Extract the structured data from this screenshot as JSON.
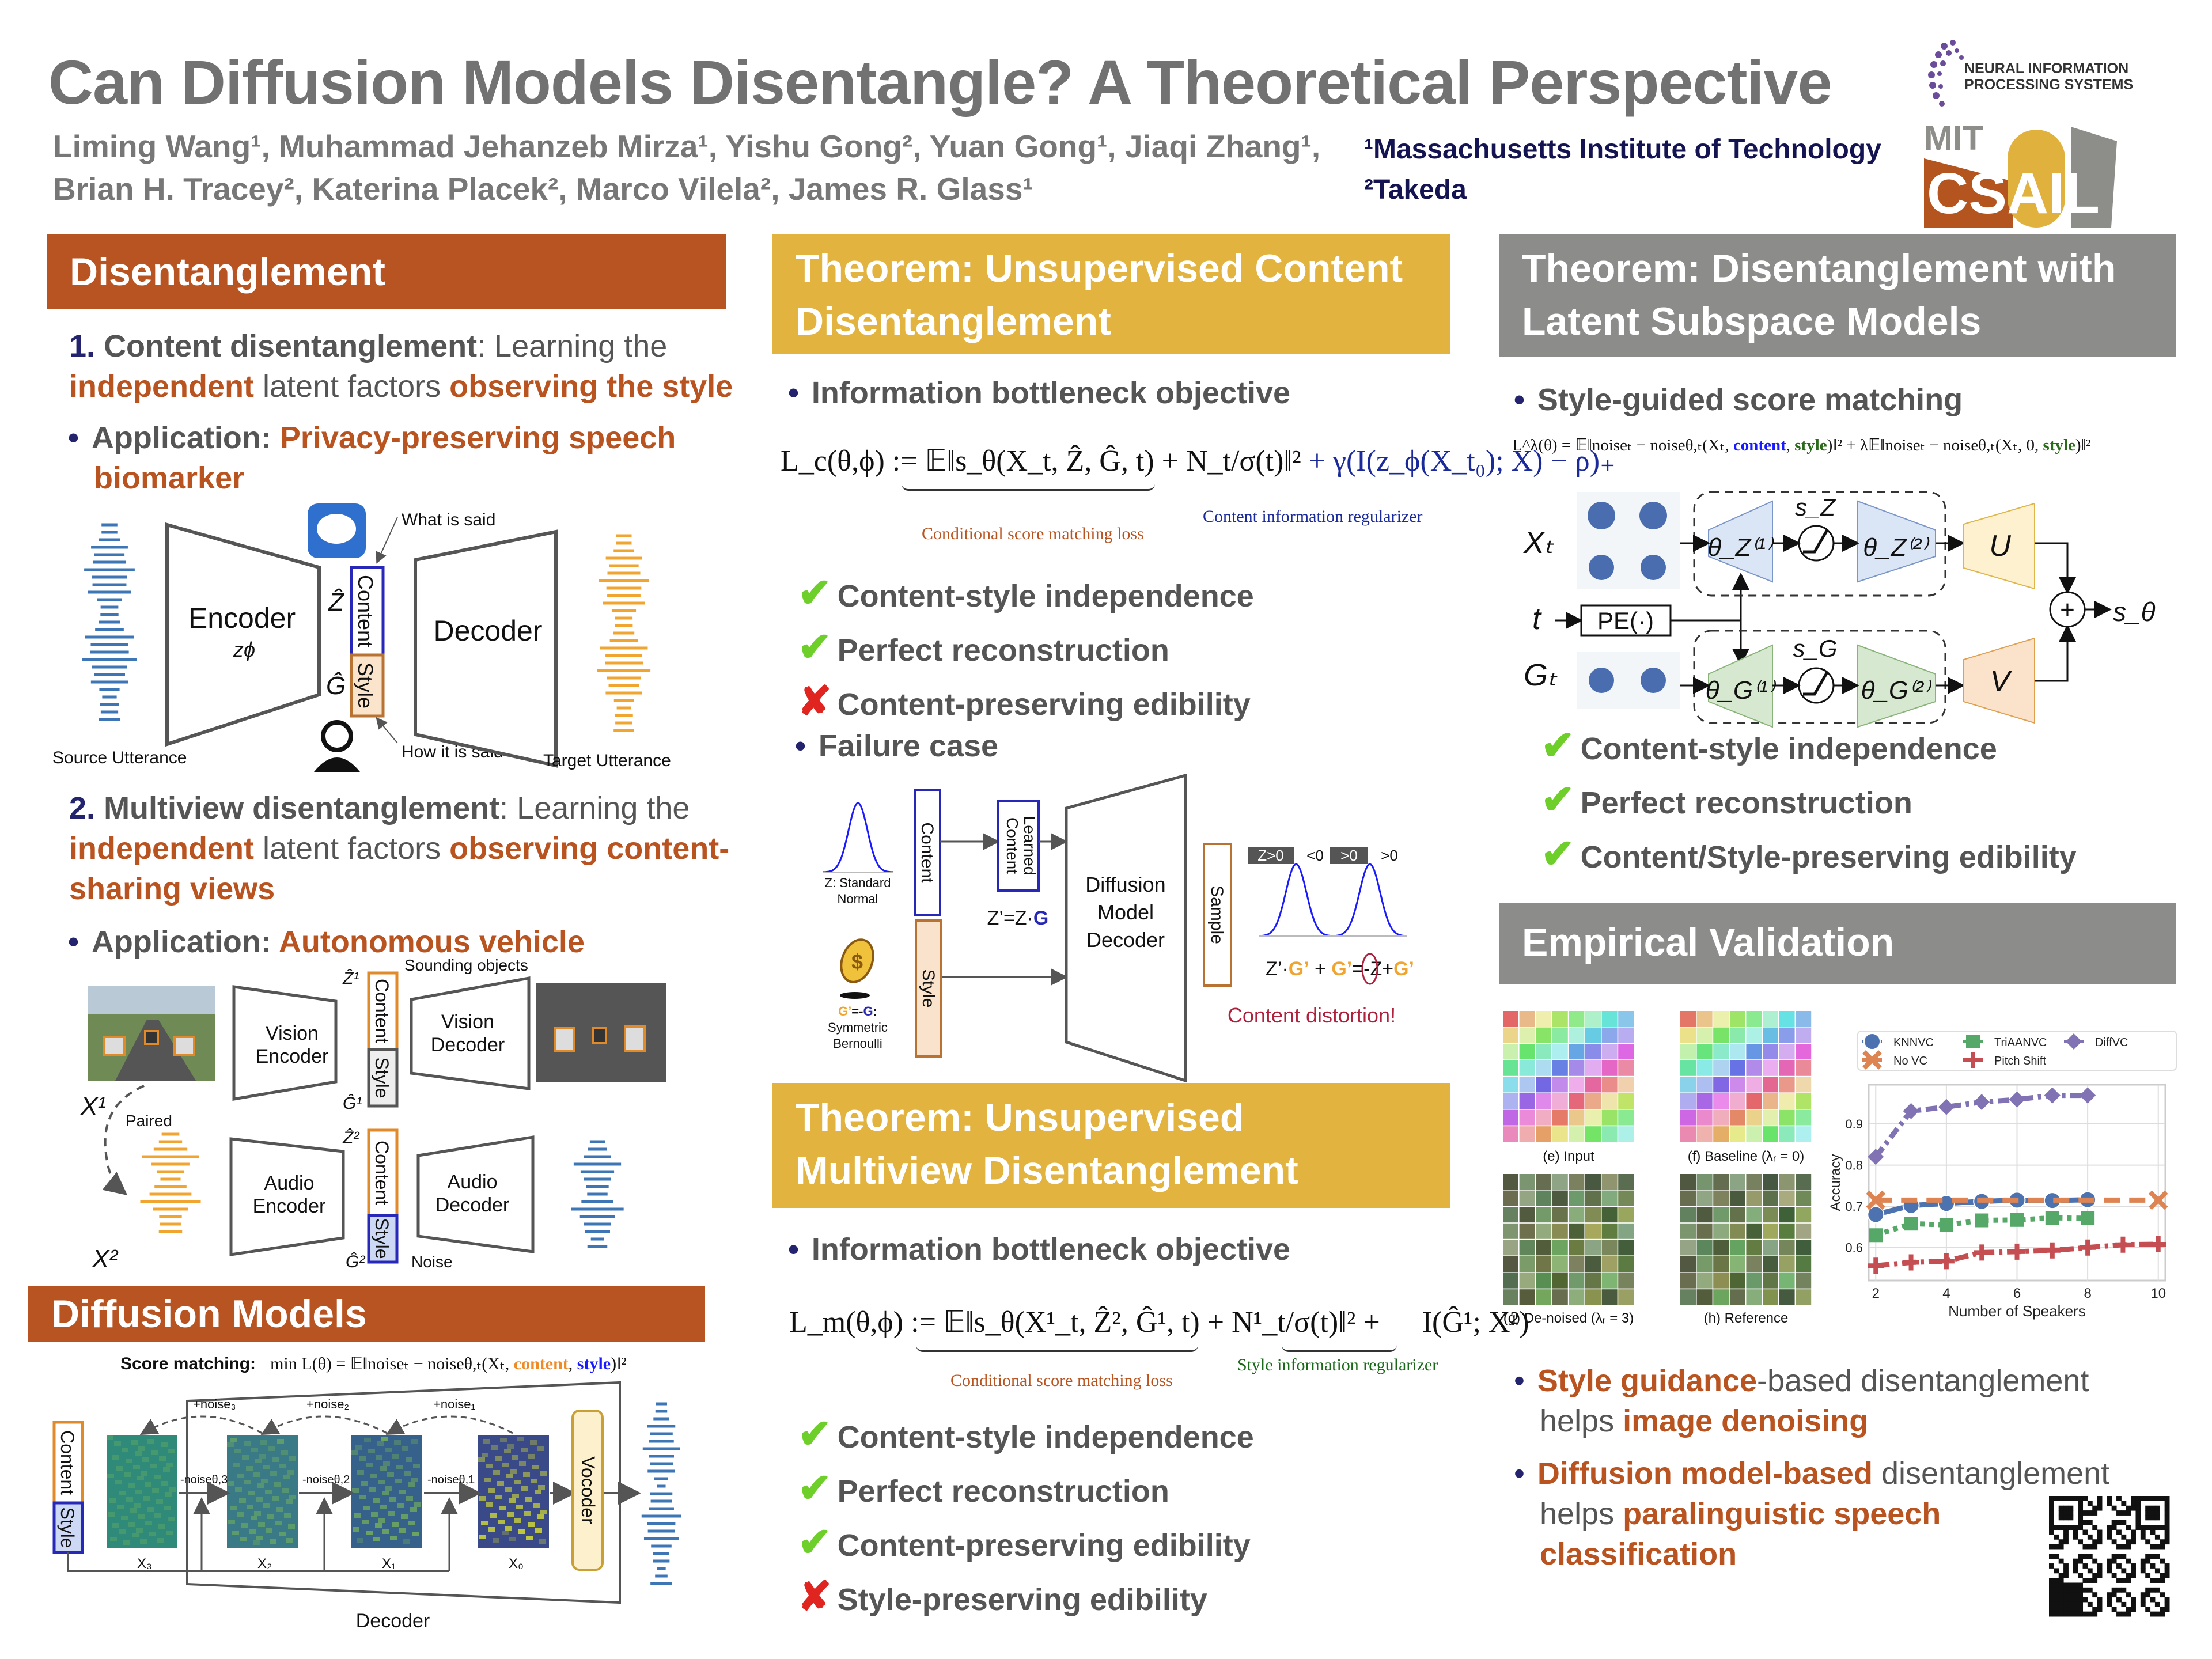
{
  "header": {
    "title": "Can Diffusion Models Disentangle? A Theoretical Perspective",
    "authors_line1": "Liming Wang¹, Muhammad Jehanzeb Mirza¹, Yishu Gong², Yuan Gong¹, Jiaqi Zhang¹,",
    "authors_line2": "Brian H. Tracey², Katerina Placek², Marco Vilela², James R. Glass¹",
    "affiliation1": "¹Massachusetts Institute of Technology",
    "affiliation2": "²Takeda",
    "logo_neurips": "NEURAL INFORMATION PROCESSING SYSTEMS",
    "logo_neurips_l1": "NEURAL INFORMATION",
    "logo_neurips_l2": "PROCESSING SYSTEMS",
    "logo_mit": "MIT",
    "logo_csail": "CSAIL"
  },
  "colors": {
    "orange": "#b85422",
    "yellow": "#e2b33f",
    "gray": "#8c8d8b",
    "highlight": "#b9531f",
    "navy": "#24246e",
    "check": "#6fcf2a",
    "cross": "#e0241f"
  },
  "disentanglement": {
    "heading": "Disentanglement",
    "p1_num": "1.",
    "p1_bold": "Content disentanglement",
    "p1_rest": ": Learning the",
    "p1_l2a": "independent",
    "p1_l2b": " latent factors ",
    "p1_l2c": "observing the style",
    "app1_label": "Application: ",
    "app1_value": "Privacy-preserving speech",
    "app1_value2": "biomarker",
    "d1": {
      "encoder": "Encoder",
      "z_phi": "zϕ",
      "z_hat": "Ẑ",
      "g_hat": "Ĝ",
      "content": "Content",
      "style": "Style",
      "what": "What is said",
      "how": "How it is said",
      "decoder": "Decoder",
      "source": "Source Utterance",
      "target": "Target Utterance"
    },
    "p2_num": "2.",
    "p2_bold": "Multiview disentanglement",
    "p2_rest": ": Learning the",
    "p2_l2a": "independent",
    "p2_l2b": " latent factors ",
    "p2_l2c": "observing content-",
    "p2_l3": "sharing views",
    "app2_label": "Application: ",
    "app2_value": "Autonomous vehicle",
    "d2": {
      "vision_encoder_1": "Vision",
      "vision_encoder_2": "Encoder",
      "vision_decoder_1": "Vision",
      "vision_decoder_2": "Decoder",
      "audio_encoder_1": "Audio",
      "audio_encoder_2": "Encoder",
      "audio_decoder_1": "Audio",
      "audio_decoder_2": "Decoder",
      "z1": "Ẑ¹",
      "g1": "Ĝ¹",
      "z2": "Ẑ²",
      "g2": "Ĝ²",
      "content": "Content",
      "style": "Style",
      "sounding": "Sounding objects",
      "x1": "X¹",
      "x2": "X²",
      "paired": "Paired",
      "noise": "Noise"
    }
  },
  "diffusion": {
    "heading": "Diffusion Models",
    "score_label": "Score matching:",
    "score_formula_a": "min L(θ) = 𝔼‖noiseₜ − noiseθ,ₜ(Xₜ, ",
    "score_content": "content",
    "score_sep": ", ",
    "score_style": "style",
    "score_end": ")‖²",
    "content": "Content",
    "style": "Style",
    "noise_add": [
      "+noise₃",
      "+noise₂",
      "+noise₁"
    ],
    "noise_sub": [
      "-noiseθ,3",
      "-noiseθ,2",
      "-noiseθ,1"
    ],
    "x_labels": [
      "X₃",
      "X₂",
      "X₁",
      "X₀"
    ],
    "vocoder": "Vocoder",
    "decoder": "Decoder"
  },
  "theorem1": {
    "heading": "Theorem: Unsupervised Content Disentanglement",
    "bullet1": "Information bottleneck objective",
    "formula_lhs": "L_c(θ,ϕ) := 𝔼‖s_θ(X_t, Ẑ, Ĝ, t) + N_t/σ(t)‖²",
    "formula_reg": "+ γ(I(z_ϕ(X_t₀); X) − ρ)₊",
    "ann1": "Conditional score matching loss",
    "ann2": "Content information regularizer",
    "checks": [
      {
        "ok": true,
        "text": "Content-style independence"
      },
      {
        "ok": true,
        "text": "Perfect reconstruction"
      },
      {
        "ok": false,
        "text": "Content-preserving edibility"
      }
    ],
    "bullet2": "Failure case",
    "fail": {
      "z_label1": "Z: Standard",
      "z_label2": "Normal",
      "g_label_a": "G’",
      "g_label_b": "=-",
      "g_label_c": "G",
      ":": ":",
      "g_label_d": ":",
      "sym": "Symmetric",
      "bern": "Bernoulli",
      "content": "Content",
      "learned1": "Learned",
      "learned2": "Content",
      "zg_a": "Z’=Z·",
      "zg_b": "G",
      "dec1": "Diffusion",
      "dec2": "Model",
      "dec3": "Decoder",
      "sample": "Sample",
      "lab_z": "Z>0",
      "lab_lt": "<0",
      "lab_gt1": ">0",
      "lab_gt2": ">0",
      "eq_a": "Z’·",
      "eq_b": "G’",
      "eq_c": " + ",
      "eq_d": "G’",
      "eq_e": "=",
      "eq_f": "-",
      "eq_g": "Z+",
      "eq_h": "G’",
      "distortion": "Content distortion!",
      "style": "Style"
    }
  },
  "theorem2": {
    "heading": "Theorem: Unsupervised Multiview Disentanglement",
    "bullet1": "Information bottleneck objective",
    "formula_lhs": "L_m(θ,ϕ) := 𝔼‖s_θ(X¹_t, Ẑ², Ĝ¹, t) + N¹_t/σ(t)‖²  +",
    "formula_reg": "I(Ĝ¹; X²)",
    "ann1": "Conditional score matching loss",
    "ann2": "Style information regularizer",
    "checks": [
      {
        "ok": true,
        "text": "Content-style independence"
      },
      {
        "ok": true,
        "text": "Perfect reconstruction"
      },
      {
        "ok": true,
        "text": "Content-preserving edibility"
      },
      {
        "ok": false,
        "text": "Style-preserving edibility"
      }
    ]
  },
  "theorem3": {
    "heading": "Theorem: Disentanglement with Latent Subspace Models",
    "bullet1": "Style-guided score matching",
    "formula_a": "L^λ(θ) = 𝔼‖noiseₜ − noiseθ,ₜ(Xₜ, ",
    "formula_content": "content",
    "formula_b": ", ",
    "formula_style": "style",
    "formula_c": ")‖² + λ𝔼‖noiseₜ − noiseθ,ₜ(Xₜ, 0, ",
    "formula_style2": "style",
    "formula_d": ")‖²",
    "diagram": {
      "xt": "Xₜ",
      "t": "t",
      "gt": "Gₜ",
      "pe": "PE(·)",
      "sz": "s_Z",
      "sg": "s_G",
      "tz1": "θ_Z⁽¹⁾",
      "tz2": "θ_Z⁽²⁾",
      "tg1": "θ_G⁽¹⁾",
      "tg2": "θ_G⁽²⁾",
      "u": "U",
      "v": "V",
      "plus": "+",
      "stheta": "s_θ"
    },
    "checks": [
      {
        "ok": true,
        "text": "Content-style independence"
      },
      {
        "ok": true,
        "text": "Perfect reconstruction"
      },
      {
        "ok": true,
        "text": "Content/Style-preserving edibility"
      }
    ]
  },
  "empirical": {
    "heading": "Empirical Validation",
    "panels": [
      "(e) Input",
      "(f) Baseline (λᵣ = 0)",
      "(g) De-noised (λᵣ = 3)",
      "(h) Reference"
    ],
    "b1_a": "Style guidance",
    "b1_b": "-based disentanglement",
    "b1_c": "helps ",
    "b1_d": "image denoising",
    "b2_a": "Diffusion model-based",
    "b2_b": " disentanglement",
    "b2_c": "helps ",
    "b2_d": "paralinguistic speech",
    "b2_e": "classification"
  },
  "chart_data": {
    "type": "line",
    "title": "",
    "xlabel": "Number of Speakers",
    "ylabel": "Accuracy",
    "xlim": [
      1.8,
      10.2
    ],
    "ylim": [
      0.52,
      0.995
    ],
    "xticks": [
      2,
      4,
      6,
      8,
      10
    ],
    "yticks": [
      0.6,
      0.7,
      0.8,
      0.9
    ],
    "grid": true,
    "legend": "top",
    "series": [
      {
        "name": "KNNVC",
        "color": "#4c72b0",
        "marker": "circle",
        "x": [
          2,
          3,
          4,
          5,
          6,
          7,
          8
        ],
        "y": [
          0.68,
          0.702,
          0.707,
          0.712,
          0.715,
          0.714,
          0.716
        ]
      },
      {
        "name": "TriAANVC",
        "color": "#55a868",
        "marker": "square",
        "x": [
          2,
          3,
          4,
          5,
          6,
          7,
          8
        ],
        "y": [
          0.63,
          0.658,
          0.655,
          0.666,
          0.667,
          0.672,
          0.671
        ]
      },
      {
        "name": "DiffVC",
        "color": "#8172b3",
        "marker": "diamond",
        "x": [
          2,
          3,
          4,
          5,
          6,
          7,
          8
        ],
        "y": [
          0.82,
          0.931,
          0.941,
          0.953,
          0.959,
          0.969,
          0.969
        ]
      },
      {
        "name": "No VC",
        "color": "#dd8452",
        "marker": "x",
        "x": [
          2,
          10
        ],
        "y": [
          0.715,
          0.715
        ]
      },
      {
        "name": "Pitch Shift",
        "color": "#c44e52",
        "marker": "plus",
        "x": [
          2,
          3,
          4,
          5,
          6,
          7,
          8,
          9,
          10
        ],
        "y": [
          0.556,
          0.564,
          0.567,
          0.588,
          0.59,
          0.593,
          0.6,
          0.607,
          0.608
        ]
      }
    ]
  }
}
